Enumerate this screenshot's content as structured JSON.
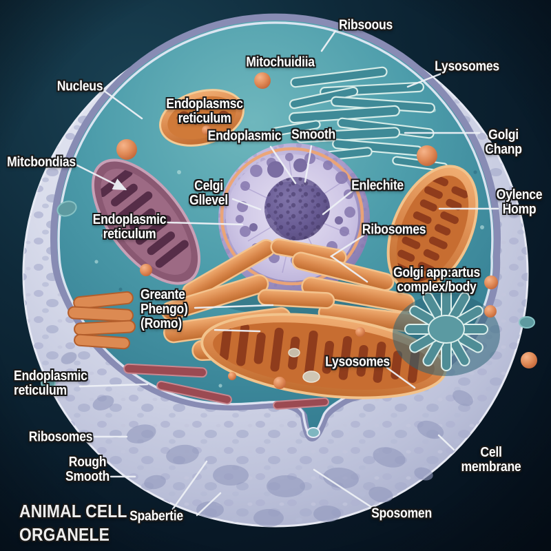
{
  "diagram": {
    "title": "ANIMAL CELL\nORGANELE",
    "labels": {
      "nucleus": "Nucleus",
      "ribsoous": "Ribsoous",
      "mitochuidiia": "Mitochuidiia",
      "lysosomes_top": "Lysosomes",
      "endoplasmsc_reticulum": "Endoplasmsc\nreticulum",
      "endoplasmic_mid": "Endoplasmic",
      "smooth_top": "Smooth",
      "golgi_chanp": "Golgi\nChanp",
      "mitcbondias": "Mitcbondias",
      "celgi_gllevel": "Celgi\nGllevel",
      "endoplasmic_reticulum_left": "Endoplasmic\nreticulum",
      "enlechite": "Enlechite",
      "oylence_homp": "Oylence\nHomp",
      "ribosomes_mid": "Ribosomes",
      "golgi_apparatus": "Golgi app:artus\ncomplex/body",
      "greante_phengo": "Greante\nPhengo)\n(Romo)",
      "lysosomes_bottom": "Lysosomes",
      "endoplasmic_reticulum_bottom": "Endoplasmic\nreticulum",
      "ribosomes_bottom": "Ribosomes",
      "rough_smooth": "Rough\nSmooth",
      "spabertie": "Spabertie",
      "sposomen": "Sposomen",
      "cell_membrane": "Cell membrane"
    },
    "palette": {
      "background_navy": "#0a1b29",
      "membrane_lavender": "#d6d9ec",
      "cytoplasm_teal": "#44919f",
      "nucleus_purple": "#9c8fc0",
      "nucleolus_purple": "#5d5186",
      "organelle_orange": "#d98445",
      "mitochondrion_maroon": "#8a5872",
      "golgi_teal": "#4f8d96",
      "label_text": "#ffffff",
      "label_outline": "#181818",
      "leader_line": "#eef1f6"
    }
  }
}
